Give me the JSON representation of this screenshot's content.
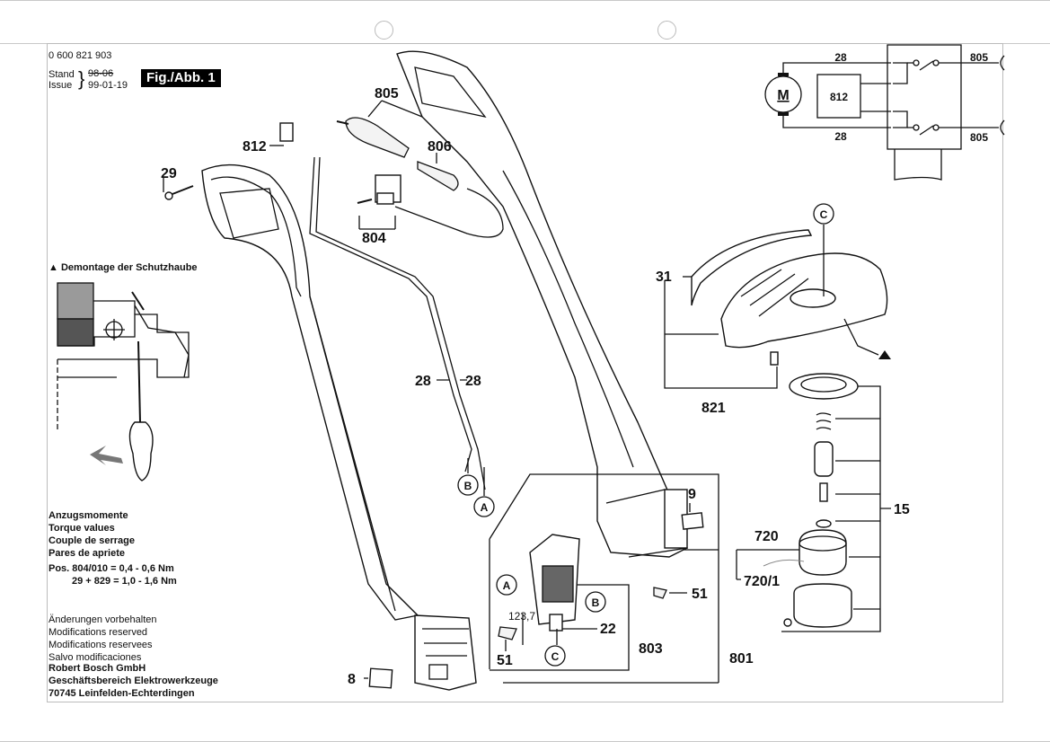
{
  "document": {
    "part_number": "0 600 821 903",
    "stand_label": "Stand",
    "issue_label": "Issue",
    "stand_value_struck": "98-06",
    "issue_value": "99-01-19",
    "figure_badge": "Fig./Abb. 1"
  },
  "disassembly_note": {
    "icon": "triangle-warning-icon",
    "title": "Demontage der Schutzhaube"
  },
  "torque": {
    "headings": [
      "Anzugsmomente",
      "Torque values",
      "Couple de serrage",
      "Pares de apriete"
    ],
    "values": [
      "Pos. 804/010 = 0,4 - 0,6 Nm",
      "29 + 829 = 1,0 - 1,6 Nm"
    ]
  },
  "footer": {
    "notices": [
      "Änderungen vorbehalten",
      "Modifications reserved",
      "Modifications reservees",
      "Salvo modificaciones"
    ],
    "company": [
      "Robert Bosch GmbH",
      "Geschäftsbereich Elektrowerkzeuge",
      "70745 Leinfelden-Echterdingen"
    ]
  },
  "part_labels": {
    "p805": "805",
    "p812": "812",
    "p806": "806",
    "p29": "29",
    "p804": "804",
    "p28a": "28",
    "p28b": "28",
    "p31": "31",
    "p821": "821",
    "p9": "9",
    "p51a": "51",
    "p51b": "51",
    "p22": "22",
    "p803": "803",
    "p801": "801",
    "p720": "720",
    "p720_1": "720/1",
    "p15": "15",
    "p8": "8",
    "dimension": "123,7"
  },
  "callouts": {
    "A1": "A",
    "B1": "B",
    "A2": "A",
    "B2": "B",
    "C1": "C",
    "C2": "C"
  },
  "schematic": {
    "motor_symbol": "M",
    "capacitor_label": "812",
    "wire_top": "28",
    "wire_bottom": "28",
    "plug_top": "805",
    "plug_bottom": "805"
  }
}
